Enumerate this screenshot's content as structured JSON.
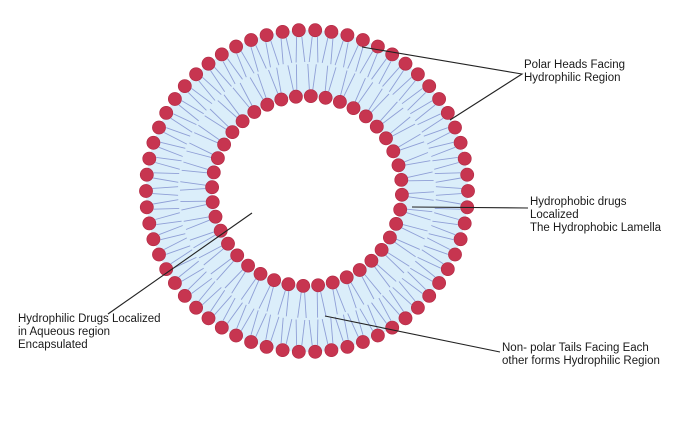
{
  "colors": {
    "head": "#c73550",
    "head_stroke": "#b02a44",
    "band": "#dbeefa",
    "tail": "#8f9fd6",
    "leader": "#222222"
  },
  "labels": {
    "polar_heads": [
      "Polar Heads Facing",
      "Hydrophilic Region"
    ],
    "hydrophobic_drugs": [
      "Hydrophobic drugs",
      "Localized",
      "The Hydrophobic Lamella"
    ],
    "hydrophilic_drugs": [
      "Hydrophilic Drugs Localized",
      "in Aqueous region",
      "Encapsulated"
    ],
    "nonpolar_tails": [
      "Non- polar Tails Facing Each",
      "other forms Hydrophilic Region"
    ]
  }
}
